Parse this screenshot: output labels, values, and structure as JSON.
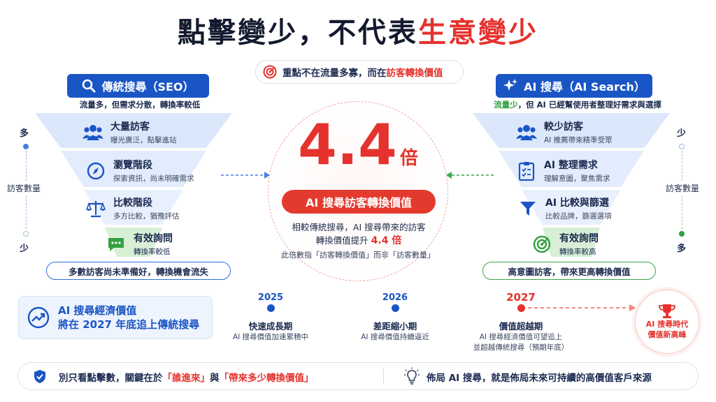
{
  "title": {
    "part1": "點擊變少，不代表",
    "part2": "生意變少"
  },
  "callout": {
    "text1": "重點不在流量多寡，而在",
    "highlight": "訪客轉換價值",
    "icon": "target-icon"
  },
  "left": {
    "header": "傳統搜尋（SEO）",
    "subtitle": "流量多，但需求分散，轉換率較低",
    "axis": {
      "top": "多",
      "bottom": "少",
      "label": "訪客數量"
    },
    "rows": [
      {
        "title": "大量訪客",
        "desc": "曝光廣泛，點擊進站",
        "icon": "people-icon"
      },
      {
        "title": "瀏覽階段",
        "desc": "探索資訊，尚未明確需求",
        "icon": "compass-icon"
      },
      {
        "title": "比較階段",
        "desc": "多方比較，猶豫評估",
        "icon": "scale-icon"
      },
      {
        "title": "有效詢問",
        "desc": "轉換率較低",
        "icon": "chat-icon"
      }
    ],
    "note": "多數訪客尚未準備好，轉換機會流失",
    "colors": {
      "band": "#cfe0fb",
      "bottom": "#d9f0d9"
    }
  },
  "right": {
    "header": "AI 搜尋（AI Search）",
    "subtitle_green": "流量少",
    "subtitle_rest": "，但 AI 已經幫使用者整理好需求與選擇",
    "axis": {
      "top": "少",
      "bottom": "多",
      "label": "訪客數量"
    },
    "rows": [
      {
        "title": "較少訪客",
        "desc": "AI 推薦帶來精準受眾",
        "icon": "people-icon"
      },
      {
        "title": "AI 整理需求",
        "desc": "理解意圖，聚焦需求",
        "icon": "checklist-icon"
      },
      {
        "title": "AI 比較與篩選",
        "desc": "比較品牌，篩選選項",
        "icon": "filter-icon"
      },
      {
        "title": "有效詢問",
        "desc": "轉換率較高",
        "icon": "target-icon"
      }
    ],
    "note": "高意圖訪客，帶來更高轉換價值"
  },
  "center": {
    "number": "4.4",
    "unit": "倍",
    "pill": "AI 搜尋訪客轉換價值",
    "desc1": "相較傳統搜尋，AI 搜尋帶來的訪客",
    "desc2": "轉換價值提升",
    "desc2_value": "4.4 倍",
    "note": "此倍數指「訪客轉換價值」而非「訪客數量」",
    "accent": "#e5322d"
  },
  "timeline": {
    "box_line1": "AI 搜尋經濟價值",
    "box_line2": "將在 2027 年底追上傳統搜尋",
    "box_icon": "trend-up-icon",
    "points": [
      {
        "year": "2025",
        "phase": "快速成長期",
        "desc1": "AI 搜尋價值加速累積中",
        "desc2": ""
      },
      {
        "year": "2026",
        "phase": "差距縮小期",
        "desc1": "AI 搜尋價值持續逼近",
        "desc2": ""
      },
      {
        "year": "2027",
        "phase": "價值超越期",
        "desc1": "AI 搜尋經濟價值可望追上",
        "desc2": "並超越傳統搜尋（預期年底）"
      }
    ],
    "peak_line1": "AI 搜尋時代",
    "peak_line2": "價值新高峰",
    "peak_icon": "trophy-icon"
  },
  "bottom": {
    "left_pre": "別只看點擊數，關鍵在於",
    "left_h1": "「誰進來」",
    "left_mid": "與",
    "left_h2": "「帶來多少轉換價值」",
    "right": "佈局 AI 搜尋，就是佈局未來可持續的高價值客戶來源",
    "left_icon": "shield-check-icon",
    "right_icon": "lightbulb-icon"
  }
}
